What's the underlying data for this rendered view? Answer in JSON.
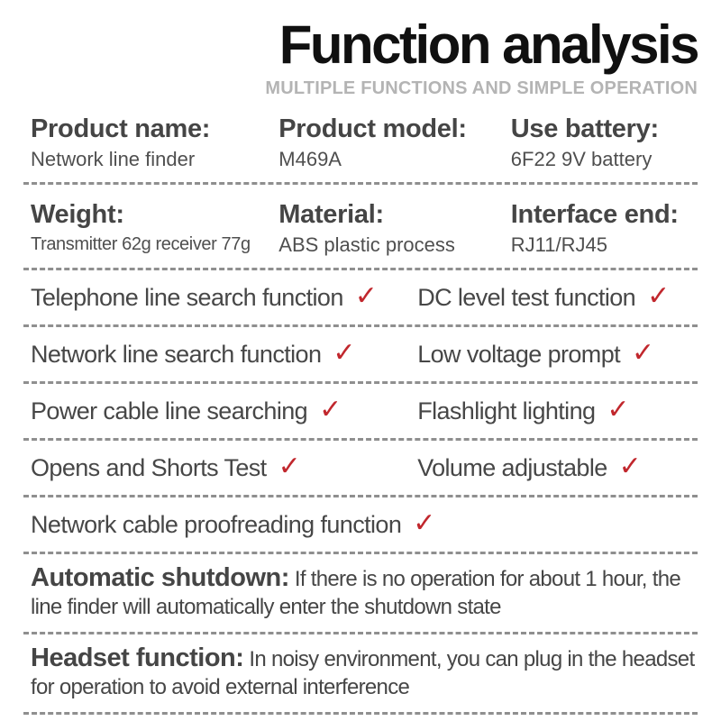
{
  "header": {
    "title": "Function analysis",
    "subtitle": "MULTIPLE FUNCTIONS AND SIMPLE OPERATION"
  },
  "specs": {
    "rows": [
      [
        {
          "label": "Product name:",
          "value": "Network line finder"
        },
        {
          "label": "Product model:",
          "value": "M469A"
        },
        {
          "label": "Use battery:",
          "value": "6F22 9V battery"
        }
      ],
      [
        {
          "label": "Weight:",
          "value": "Transmitter 62g receiver 77g"
        },
        {
          "label": "Material:",
          "value": "ABS plastic process"
        },
        {
          "label": "Interface end:",
          "value": "RJ11/RJ45"
        }
      ]
    ]
  },
  "functions": {
    "check_glyph": "✓",
    "rows": [
      [
        "Telephone line search function",
        "DC level test function"
      ],
      [
        "Network line search function",
        "Low voltage prompt"
      ],
      [
        "Power cable line searching",
        "Flashlight lighting"
      ],
      [
        "Opens and Shorts Test",
        "Volume adjustable"
      ],
      [
        "Network cable proofreading function"
      ]
    ]
  },
  "notes": [
    {
      "title": "Automatic shutdown:",
      "text": "If there is no operation for about 1 hour, the line finder will automatically enter the shutdown state"
    },
    {
      "title": "Headset function:",
      "text": "In noisy environment, you can plug in the headset for operation to avoid external interference"
    }
  ],
  "colors": {
    "accent_red": "#c1272d",
    "text": "#474747",
    "title": "#101010",
    "subtitle": "#b4b4b4",
    "divider": "#8f8f8f"
  }
}
